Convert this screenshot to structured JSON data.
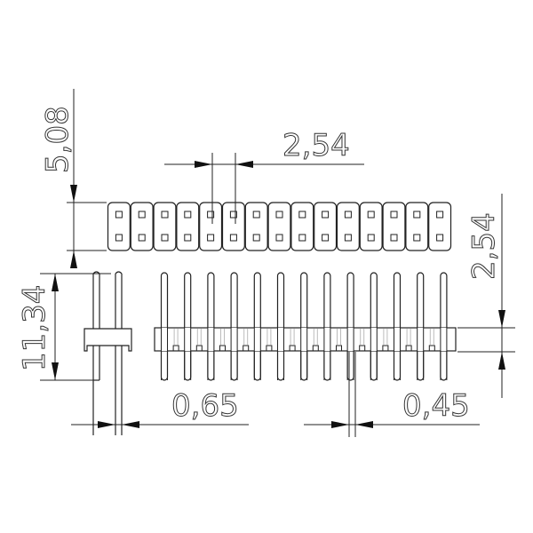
{
  "title": "Pin header dimensional drawing",
  "dimensions": {
    "header_height": "5,08",
    "pitch_top": "2,54",
    "pitch_side": "2,54",
    "pin_length": "11,34",
    "pin_width_side": "0,65",
    "pin_width_front": "0,45"
  },
  "counts": {
    "top_view_cells": 15,
    "front_view_pins": 13
  },
  "colors": {
    "line": "#222222",
    "background": "#ffffff"
  }
}
